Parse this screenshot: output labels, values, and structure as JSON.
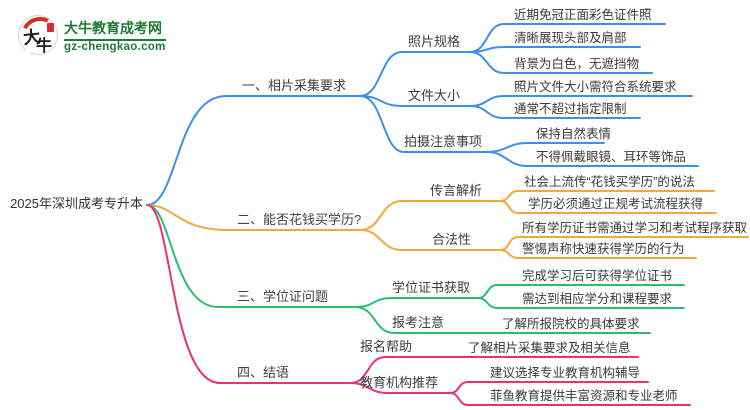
{
  "logo": {
    "badge_char_1": "大",
    "badge_char_2": "牛",
    "site_name": "大牛教育成考网",
    "site_url": "gz-chengkao.com",
    "text_color": "#1e7a36",
    "accent_red": "#cf3028"
  },
  "root": {
    "label": "2025年深圳成考专升本"
  },
  "branches": [
    {
      "label": "一、相片采集要求",
      "color": "#3d8fe9",
      "children": [
        {
          "label": "照片规格",
          "leaves": [
            "近期免冠正面彩色证件照",
            "清晰展现头部及肩部",
            "背景为白色，无遮挡物"
          ]
        },
        {
          "label": "文件大小",
          "leaves": [
            "照片文件大小需符合系统要求",
            "通常不超过指定限制"
          ]
        },
        {
          "label": "拍摄注意事项",
          "leaves": [
            "保持自然表情",
            "不得佩戴眼镜、耳环等饰品"
          ]
        }
      ]
    },
    {
      "label": "二、能否花钱买学历?",
      "color": "#f3a73d",
      "children": [
        {
          "label": "传言解析",
          "leaves": [
            "社会上流传“花钱买学历”的说法",
            "学历必须通过正规考试流程获得"
          ]
        },
        {
          "label": "合法性",
          "leaves": [
            "所有学历证书需通过学习和考试程序获取",
            "警惕声称快速获得学历的行为"
          ]
        }
      ]
    },
    {
      "label": "三、学位证问题",
      "color": "#2cbd73",
      "children": [
        {
          "label": "学位证书获取",
          "leaves": [
            "完成学习后可获得学位证书",
            "需达到相应学分和课程要求"
          ]
        },
        {
          "label": "报考注意",
          "leaves": [
            "了解所报院校的具体要求"
          ]
        }
      ]
    },
    {
      "label": "四、结语",
      "color": "#ea2f77",
      "children": [
        {
          "label": "报名帮助",
          "leaves": [
            "了解相片采集要求及相关信息"
          ]
        },
        {
          "label": "教育机构推荐",
          "leaves": [
            "建议选择专业教育机构辅导",
            "菲鱼教育提供丰富资源和专业老师"
          ]
        }
      ]
    }
  ]
}
